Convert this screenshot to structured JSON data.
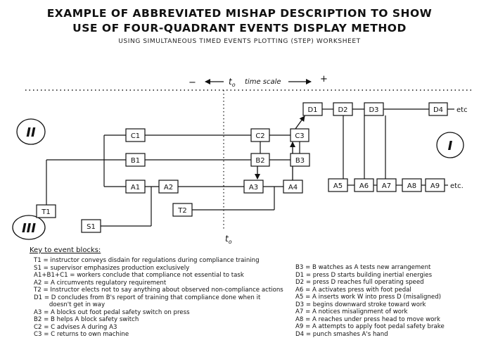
{
  "title_line1": "EXAMPLE OF ABBREVIATED MISHAP DESCRIPTION TO SHOW",
  "title_line2": "USE OF FOUR-QUADRANT EVENTS DISPLAY METHOD",
  "subtitle": "USING SIMULTANEOUS TIMED EVENTS PLOTTING (STEP) WORKSHEET",
  "time_scale": {
    "minus": "−",
    "plus": "+",
    "t0_top": "t",
    "t0_top_sub": "o",
    "label": "time scale",
    "t0_bottom": "t",
    "t0_bottom_sub": "o"
  },
  "quadrants": {
    "I": "I",
    "II": "II",
    "III": "III"
  },
  "events": {
    "T1": "T1",
    "S1": "S1",
    "C1": "C1",
    "B1": "B1",
    "A1": "A1",
    "A2": "A2",
    "T2": "T2",
    "C2": "C2",
    "B2": "B2",
    "A3": "A3",
    "C3": "C3",
    "B3": "B3",
    "A4": "A4",
    "D1": "D1",
    "D2": "D2",
    "D3": "D3",
    "D4": "D4",
    "A5": "A5",
    "A6": "A6",
    "A7": "A7",
    "A8": "A8",
    "A9": "A9"
  },
  "etc_top": "etc",
  "etc_bottom": "etc.",
  "key": {
    "title": "Key to event blocks:",
    "left": [
      "T1 = instructor conveys  disdain for regulations during compliance training",
      "S1 = supervisor emphasizes production exclusively",
      "A1+B1+C1 = workers conclude that compliance not essential to task",
      "A2 = A circumvents regulatory requirement",
      "T2 = Instructor elects not to say anything about observed non-compliance actions",
      "D1 = D concludes from B's report of training that compliance done when it",
      "        doesn't get in way",
      "A3 = A blocks out foot pedal safety switch on press",
      "B2 = B helps A block safety switch",
      "C2 = C advises A during A3",
      "C3 = C returns to own machine"
    ],
    "right": [
      "B3 = B watches as A tests new arrangement",
      "D1 = press D starts building inertial energies",
      "D2 = press D reaches full operating speed",
      "A6 = A activates press with foot pedal",
      "A5 = A inserts work W into press D (misaligned)",
      "D3 = begins downward stroke toward work",
      "A7 = A notices misalignment of work",
      "A8 = A reaches under press head to move work",
      "A9 = A attempts to apply foot pedal safety brake",
      "D4 = punch smashes A's hand"
    ]
  }
}
